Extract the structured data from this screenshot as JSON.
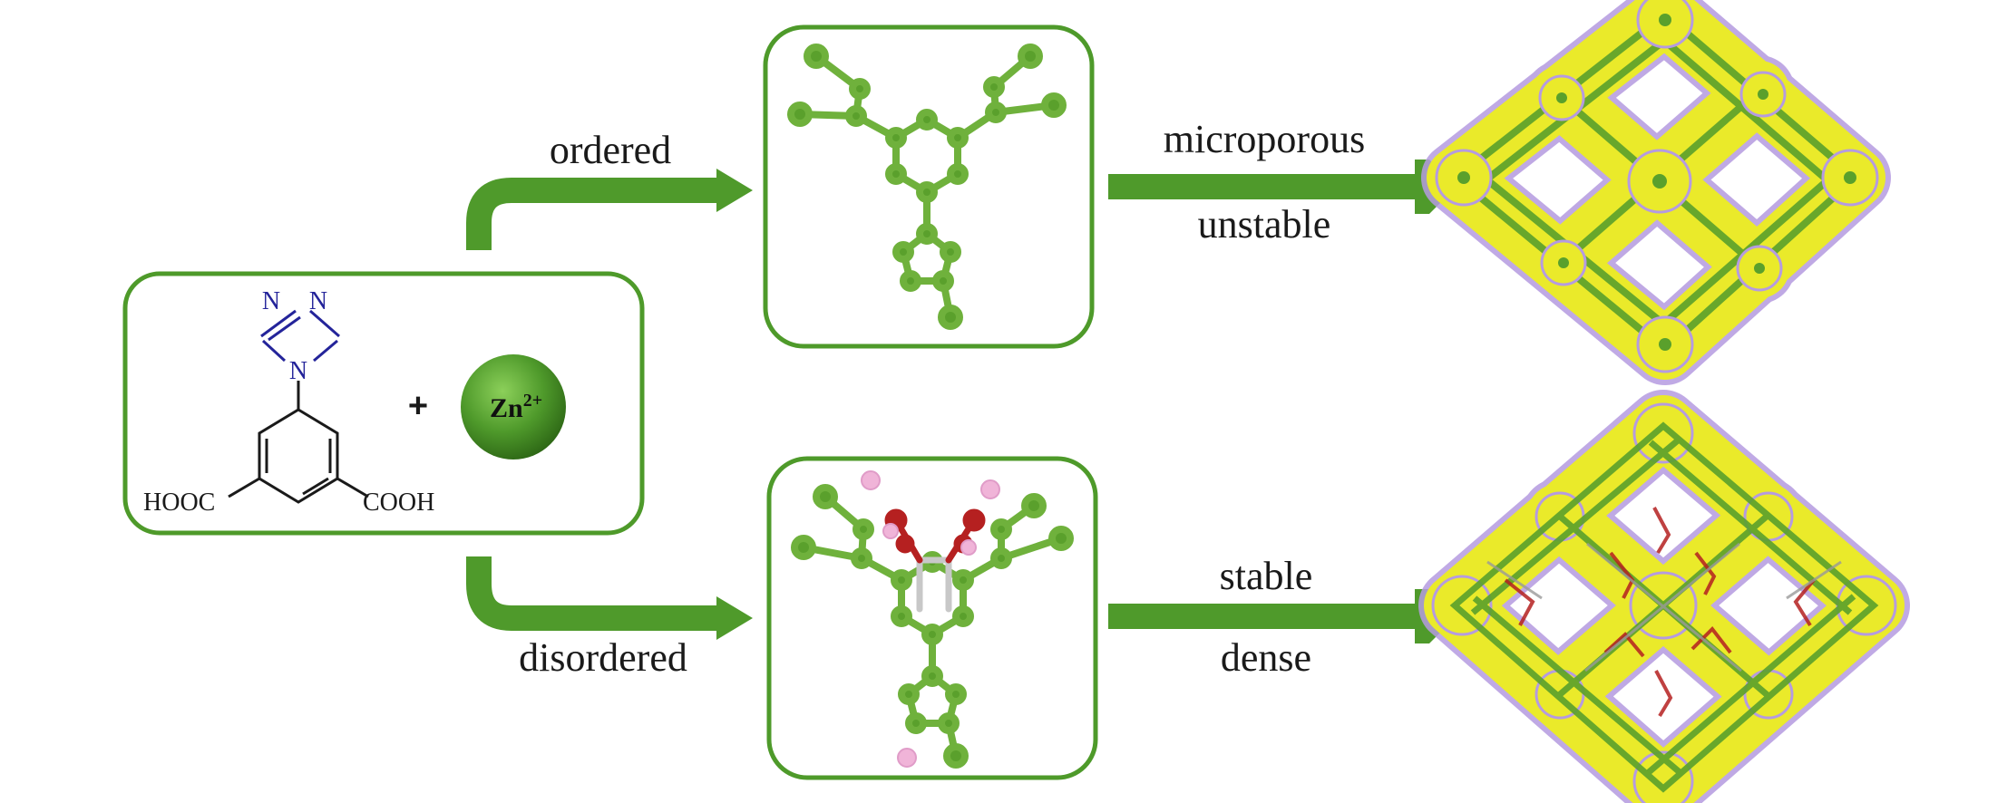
{
  "colors": {
    "green": "#5aa02c",
    "frame_green": "#4e9a2a",
    "arrow_green": "#4f9a2b",
    "bond_green": "#6fb13c",
    "yellow": "#eaea2a",
    "lavender": "#b59be0",
    "nitrogen_blue": "#24249a",
    "oxygen_red": "#b52020",
    "hydrogen_pink": "#f0b4d8"
  },
  "reactants": {
    "triazole_n1": "N",
    "triazole_n2": "N",
    "triazole_n3": "N",
    "left_group": "HOOC",
    "right_group": "COOH",
    "plus": "+",
    "metal_ion": "Zn",
    "metal_charge": "2+"
  },
  "paths": {
    "upper_label": "ordered",
    "lower_label": "disordered"
  },
  "outcomes": {
    "upper_top": "microporous",
    "upper_bottom": "unstable",
    "lower_top": "stable",
    "lower_bottom": "dense"
  }
}
